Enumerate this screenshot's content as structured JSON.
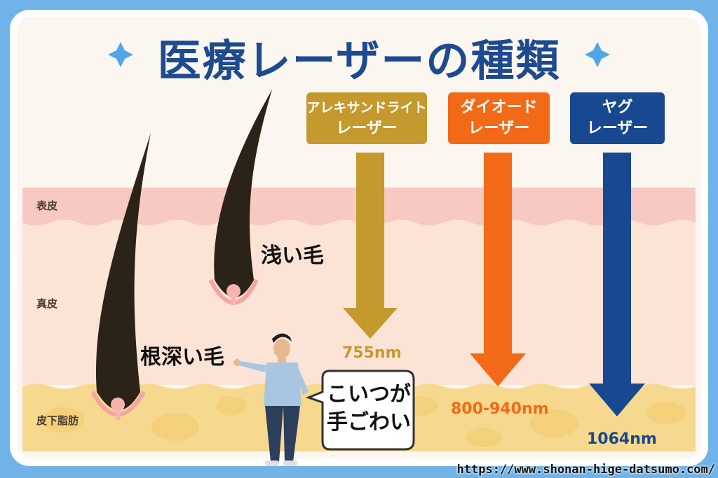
{
  "title": "医療レーザーの種類",
  "lasers": [
    {
      "name_line1": "アレキサンドライト",
      "name_line2": "レーザー",
      "wavelength": "755nm",
      "color": "#c49a2e"
    },
    {
      "name_line1": "ダイオード",
      "name_line2": "レーザー",
      "wavelength": "800-940nm",
      "color": "#f26a17"
    },
    {
      "name_line1": "ヤグ",
      "name_line2": "レーザー",
      "wavelength": "1064nm",
      "color": "#18488f"
    }
  ],
  "skin_layers": {
    "epidermis": "表皮",
    "dermis": "真皮",
    "subcutaneous": "皮下脂肪"
  },
  "hairs": {
    "shallow": "浅い毛",
    "deep": "根深い毛"
  },
  "speech": {
    "line1": "こいつが",
    "line2": "手ごわい"
  },
  "url": "https://www.shonan-hige-datsumo.com/",
  "colors": {
    "title": "#1e4a8f",
    "epidermis": "#f8c9c2",
    "dermis": "#fbe3d6",
    "subcutaneous": "#f6d98f",
    "hair": "#2b2218"
  }
}
